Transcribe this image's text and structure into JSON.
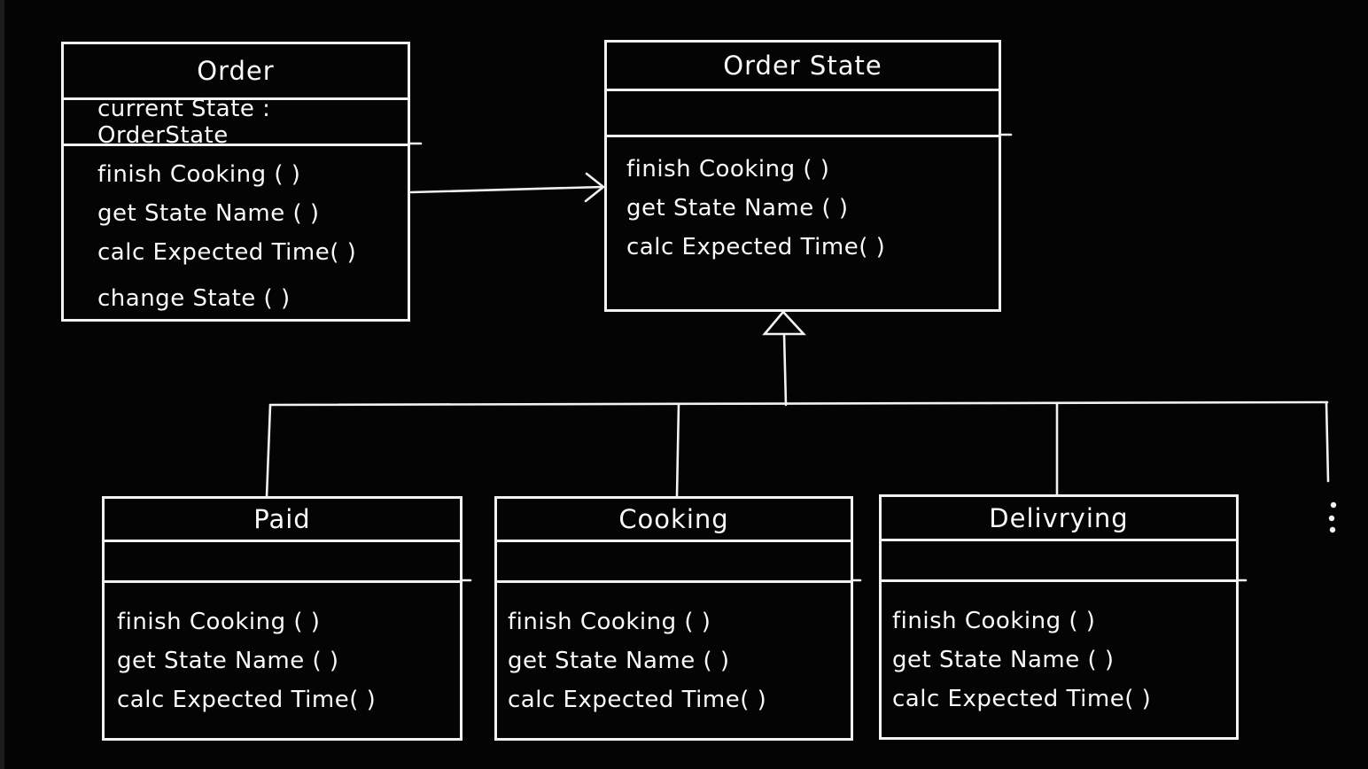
{
  "canvas": {
    "background_color": "#040404",
    "stroke_color": "#f2f2f2",
    "text_color": "#fafafa",
    "edge_strip_color": "#1d1d1d"
  },
  "classes": [
    {
      "id": "order",
      "title": "Order",
      "attributes": [
        "current State : OrderState"
      ],
      "methods": [
        "finish Cooking ( )",
        "get State Name ( )",
        "calc Expected Time( )",
        "change State ( )"
      ]
    },
    {
      "id": "order-state",
      "title": "Order State",
      "attributes": [],
      "methods": [
        "finish Cooking ( )",
        "get State Name ( )",
        "calc Expected Time( )"
      ]
    },
    {
      "id": "paid",
      "title": "Paid",
      "attributes": [],
      "methods": [
        "finish Cooking ( )",
        "get State Name ( )",
        "calc Expected Time( )"
      ]
    },
    {
      "id": "cooking",
      "title": "Cooking",
      "attributes": [],
      "methods": [
        "finish Cooking ( )",
        "get State Name ( )",
        "calc Expected Time( )"
      ]
    },
    {
      "id": "delivrying",
      "title": "Delivrying",
      "attributes": [],
      "methods": [
        "finish Cooking ( )",
        "get State Name ( )",
        "calc Expected Time( )"
      ]
    }
  ],
  "connectors": [
    {
      "name": "order-to-orderstate",
      "type": "association",
      "arrow_head": "open",
      "from": "Order",
      "to": "Order State"
    },
    {
      "name": "subclasses-to-orderstate",
      "type": "generalization",
      "arrow_head": "hollow-triangle",
      "from": [
        "Paid",
        "Cooking",
        "Delivrying"
      ],
      "to": "Order State"
    }
  ],
  "ellipsis": {
    "dot_count": 3,
    "meaning": "more-states"
  }
}
